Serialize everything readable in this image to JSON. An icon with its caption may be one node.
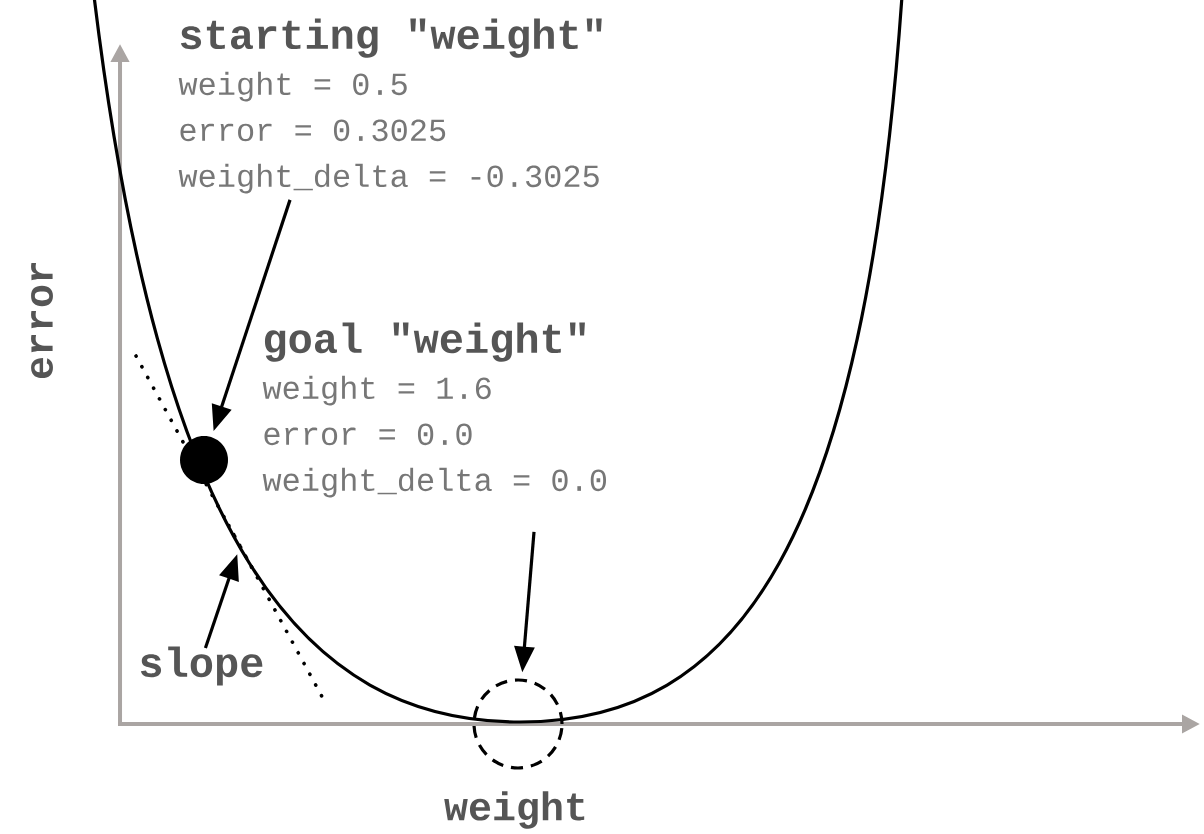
{
  "diagram": {
    "nodes": [
      {
        "text": [
          "starting \"weight\"",
          "weight = 0.5",
          "error = 0.3025",
          "weight_delta = -0.3025"
        ]
      },
      {
        "text": [],
        "shape": "circle"
      },
      {
        "text": [
          "goal \"weight\"",
          "weight = 1.6",
          "error = 0.0",
          "weight_delta = 0.0"
        ]
      },
      {
        "text": [],
        "shape": "circle"
      },
      {
        "text": [
          "slope"
        ]
      },
      {
        "text": [],
        "shape": "line"
      }
    ],
    "edges": [
      {
        "from": 0,
        "to": 1,
        "arrow": "to"
      },
      {
        "from": 2,
        "to": 3,
        "arrow": "to"
      },
      {
        "from": 4,
        "to": 5,
        "arrow": "to"
      }
    ],
    "labels": [
      "error",
      "weight"
    ]
  }
}
